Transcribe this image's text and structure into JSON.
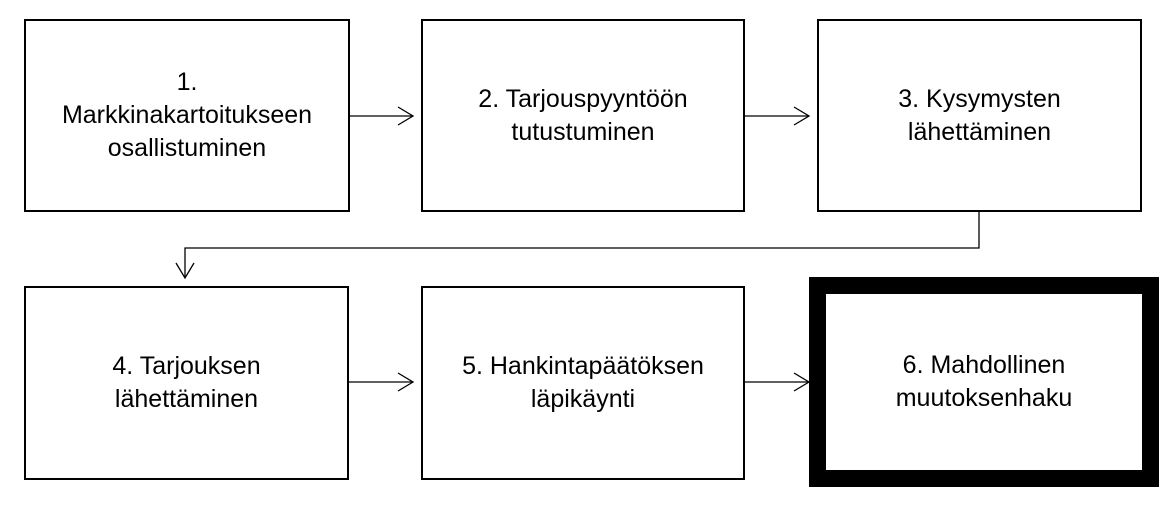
{
  "steps": [
    {
      "id": 1,
      "label": "1.\nMarkkinakartoitukseen\nosallistuminen"
    },
    {
      "id": 2,
      "label": "2. Tarjouspyyntöön\ntutustuminen"
    },
    {
      "id": 3,
      "label": "3. Kysymysten\nlähettäminen"
    },
    {
      "id": 4,
      "label": "4. Tarjouksen\nlähettäminen"
    },
    {
      "id": 5,
      "label": "5. Hankintapäätöksen\nläpikäynti"
    },
    {
      "id": 6,
      "label": "6. Mahdollinen\nmuutoksenhaku"
    }
  ],
  "style": {
    "border_color": "#000000",
    "background": "#ffffff",
    "text_color": "#000000",
    "highlighted_step": 6
  }
}
